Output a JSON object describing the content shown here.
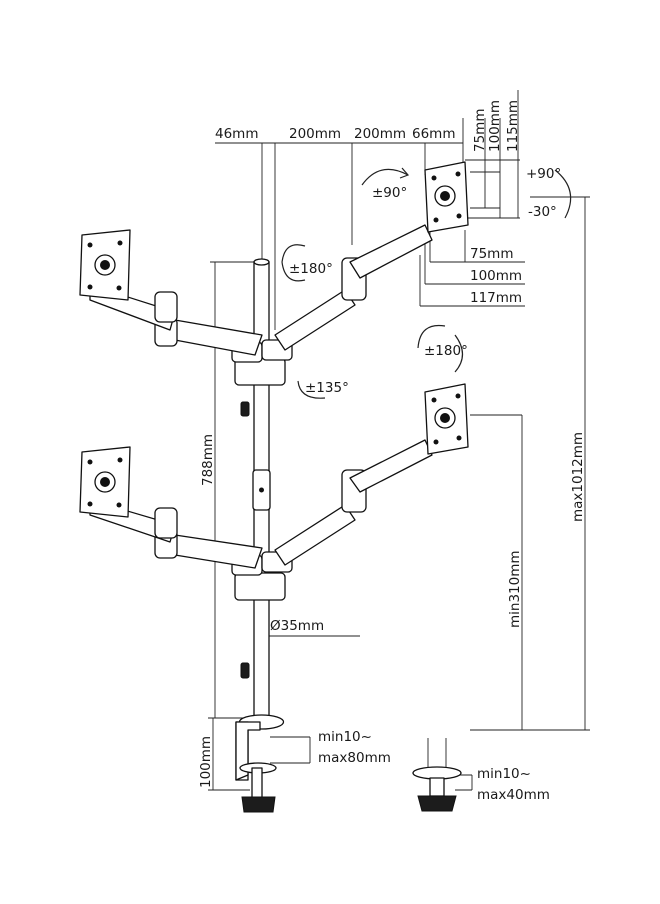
{
  "dimensions": {
    "top_offset": "46mm",
    "arm_segment_1": "200mm",
    "arm_segment_2": "200mm",
    "head_offset": "66mm",
    "vesa_vertical_75": "75mm",
    "vesa_vertical_100": "100mm",
    "vesa_vertical_115": "115mm",
    "vesa_h_75": "75mm",
    "vesa_h_100": "100mm",
    "vesa_h_117": "117mm",
    "pole_height": "788mm",
    "min_height": "min310mm",
    "max_height": "max1012mm",
    "pole_diameter": "Ø35mm",
    "clamp_height": "100mm",
    "clamp_range_line1": "min10~",
    "clamp_range_line2": "max80mm",
    "grommet_range_line1": "min10~",
    "grommet_range_line2": "max40mm"
  },
  "rotations": {
    "tilt_up": "+90°",
    "tilt_down": "-30°",
    "rotate_90": "±90°",
    "swivel_180_top": "±180°",
    "swivel_180_head": "±180°",
    "arm_135": "±135°"
  }
}
